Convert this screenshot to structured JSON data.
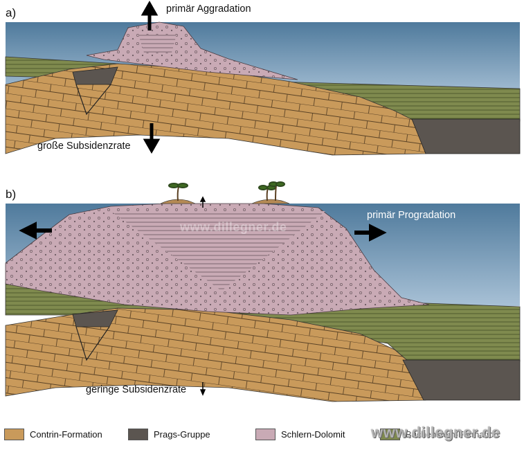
{
  "panel_a": {
    "label": "a)",
    "top_annotation": "primär Aggradation",
    "bottom_annotation": "große Subsidenzrate"
  },
  "panel_b": {
    "label": "b)",
    "right_annotation": "primär Progradation",
    "bottom_annotation": "geringe Subsidenzrate",
    "watermark": "www.dillegner.de"
  },
  "legend": [
    {
      "label": "Contrin-Formation",
      "color": "#c99a5b"
    },
    {
      "label": "Prags-Gruppe",
      "color": "#5b5550"
    },
    {
      "label": "Schlern-Dolomit",
      "color": "#c9aab5"
    },
    {
      "label": "Buchenstein-Formation",
      "color": "#7f8a4e"
    }
  ],
  "watermark_footer": "www.dillegner.de",
  "colors": {
    "sea": "#7fa0bd",
    "contrin": "#c99a5b",
    "prags": "#5b5550",
    "schlern": "#c9aab5",
    "buchenstein": "#7f8a4e"
  }
}
